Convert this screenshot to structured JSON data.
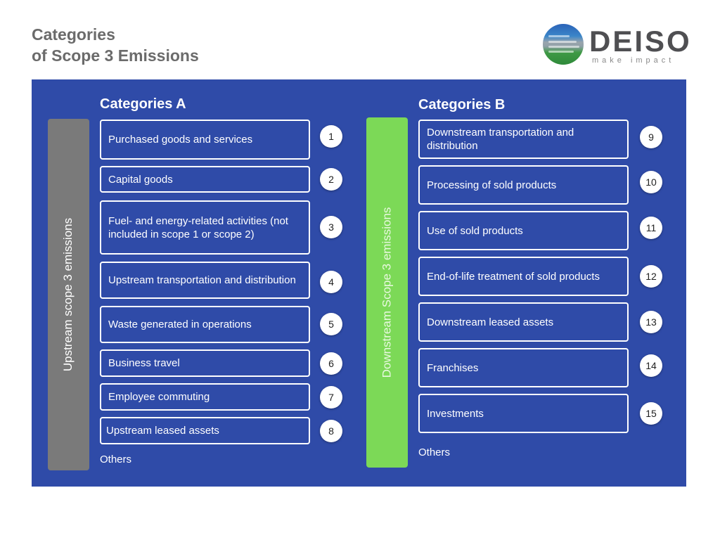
{
  "header": {
    "title_line1": "Categories",
    "title_line2": "of Scope 3 Emissions",
    "logo": {
      "word": "DEISO",
      "tagline": "make impact",
      "icon": "globe-icon"
    }
  },
  "colors": {
    "panel": "#2f4ba8",
    "upstream_bar": "#7a7a7a",
    "downstream_bar": "#7cd957",
    "title_text": "#6b6b6b"
  },
  "categories_a": {
    "title": "Categories A",
    "side_label": "Upstream scope 3 emissions",
    "others": "Others",
    "items": [
      {
        "number": "1",
        "label": "Purchased goods and services"
      },
      {
        "number": "2",
        "label": "Capital goods"
      },
      {
        "number": "3",
        "label": "Fuel- and energy-related activities (not included in scope 1 or scope 2)"
      },
      {
        "number": "4",
        "label": "Upstream transportation and distribution"
      },
      {
        "number": "5",
        "label": "Waste generated in operations"
      },
      {
        "number": "6",
        "label": "Business travel"
      },
      {
        "number": "7",
        "label": "Employee commuting"
      },
      {
        "number": "8",
        "label": "Upstream leased assets"
      }
    ]
  },
  "categories_b": {
    "title": "Categories B",
    "side_label": "Downstream Scope 3 emissions",
    "others": "Others",
    "items": [
      {
        "number": "9",
        "label": "Downstream transportation and distribution"
      },
      {
        "number": "10",
        "label": "Processing of sold products"
      },
      {
        "number": "11",
        "label": "Use of sold products"
      },
      {
        "number": "12",
        "label": "End-of-life treatment of sold products"
      },
      {
        "number": "13",
        "label": "Downstream leased assets"
      },
      {
        "number": "14",
        "label": "Franchises"
      },
      {
        "number": "15",
        "label": "Investments"
      }
    ]
  }
}
